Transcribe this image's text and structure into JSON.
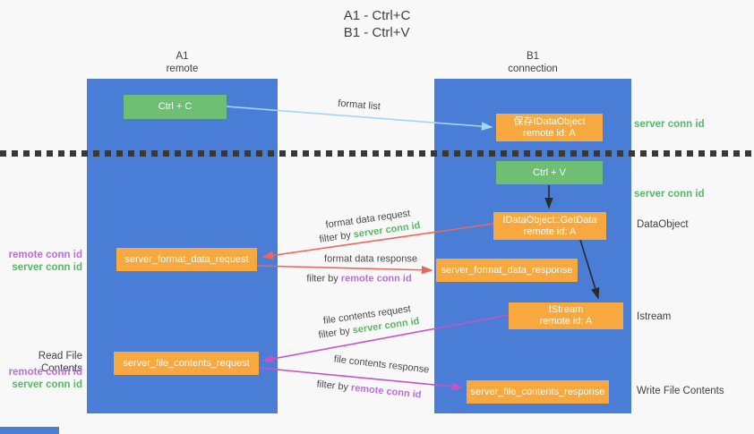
{
  "title": {
    "line1": "A1 - Ctrl+C",
    "line2": "B1 - Ctrl+V"
  },
  "columns": {
    "left": {
      "name": "A1",
      "subtitle": "remote"
    },
    "right": {
      "name": "B1",
      "subtitle": "connection"
    }
  },
  "nodes": {
    "ctrl_c": {
      "label": "Ctrl + C"
    },
    "ctrl_v": {
      "label": "Ctrl + V"
    },
    "save_dataobject": {
      "line1": "保存IDataObject",
      "line2": "remote id: A"
    },
    "getdata": {
      "line1": "IDataObject::GetData",
      "line2": "remote id: A"
    },
    "istream": {
      "line1": "IStream",
      "line2": "remote id: A"
    },
    "format_request": {
      "label": "server_format_data_request"
    },
    "format_response": {
      "label": "server_format_data_response"
    },
    "file_request": {
      "label": "server_file_contents_request"
    },
    "file_response": {
      "label": "server_file_contents_response"
    }
  },
  "side_labels": {
    "server_conn_id_top": "server conn id",
    "server_conn_id_mid": "server conn id",
    "dataobject": "DataObject",
    "istream": "Istream",
    "write_file_contents": "Write File Contents",
    "read_file_contents": "Read File Contents",
    "left_pair_top": {
      "remote": "remote conn id",
      "server": "server conn id"
    },
    "left_pair_bottom": {
      "remote": "remote conn id",
      "server": "server conn id"
    }
  },
  "arrow_labels": {
    "format_list": "format list",
    "format_data_request": {
      "line1": "format data request",
      "filter_prefix": "filter by ",
      "filter_value": "server conn id"
    },
    "format_data_response": {
      "line1": "format data response",
      "filter_prefix": "filter by ",
      "filter_value": "remote conn id"
    },
    "file_contents_request": {
      "line1": "file contents request",
      "filter_prefix": "filter by ",
      "filter_value": "server conn id"
    },
    "file_contents_response": {
      "line1": "file contents response",
      "filter_prefix": "filter by ",
      "filter_value": "remote conn id"
    }
  },
  "colors": {
    "bg": "#f8f8f8",
    "column-blue": "#4a7dd6",
    "box-orange": "#f7a83e",
    "box-green": "#6ebe73",
    "green-text": "#57b867",
    "purple-text": "#ba6fd8",
    "arrow-red": "#e8685f",
    "arrow-magenta": "#c653c6",
    "arrow-lightblue": "#a5d5ef",
    "arrow-black": "#2a2a2a",
    "dark-text": "#3f3f3f",
    "label-text": "#4a4a4a",
    "dotted-line": "#383838"
  }
}
